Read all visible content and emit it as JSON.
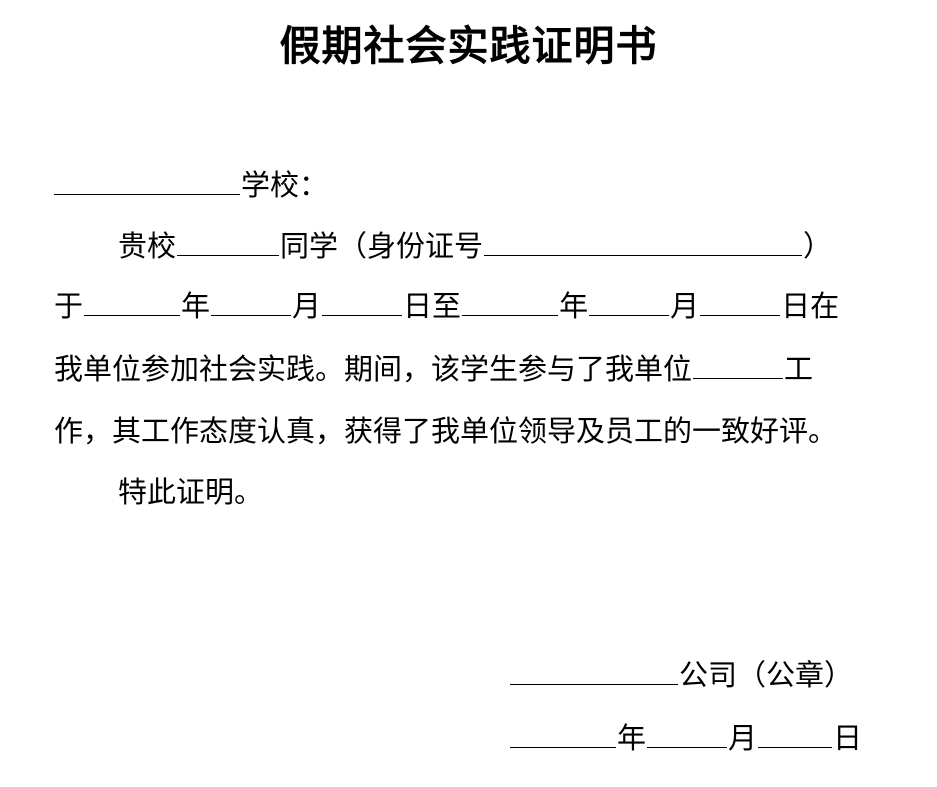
{
  "document": {
    "title": "假期社会实践证明书",
    "addressee": {
      "suffix": "学校："
    },
    "body": {
      "line1": {
        "p1": "贵校",
        "p2": "同学（身份证号",
        "p3": "）"
      },
      "line2": {
        "p1": "于",
        "p2": "年",
        "p3": "月",
        "p4": "日至",
        "p5": "年",
        "p6": "月",
        "p7": "日在"
      },
      "line3": {
        "p1": "我单位参加社会实践。期间，该学生参与了我单位",
        "p2": "工"
      },
      "line4": "作，其工作态度认真，获得了我单位领导及员工的一致好评。",
      "closing": "特此证明。"
    },
    "signature": {
      "company": "公司（公章）",
      "date": {
        "year": "年",
        "month": "月",
        "day": "日"
      }
    }
  }
}
